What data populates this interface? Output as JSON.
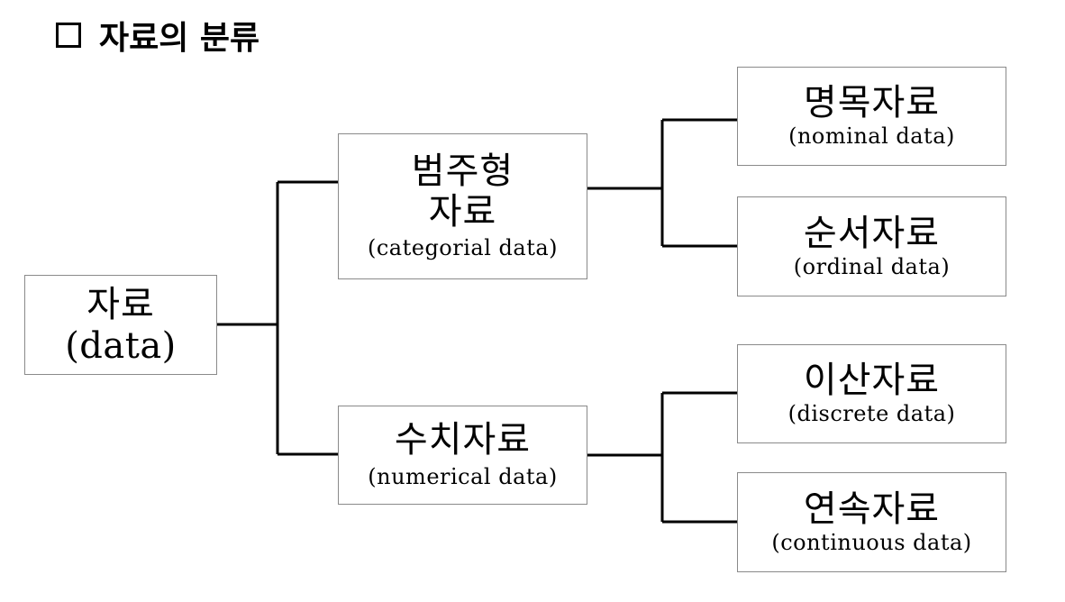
{
  "title": {
    "icon": "square-outline-icon",
    "text": "자료의 분류"
  },
  "tree": {
    "root": {
      "ko": "자료",
      "en": "(data)"
    },
    "categorical": {
      "ko_line1": "범주형",
      "ko_line2": "자료",
      "en": "(categorial data)"
    },
    "numerical": {
      "ko": "수치자료",
      "en": "(numerical data)"
    },
    "nominal": {
      "ko": "명목자료",
      "en": "(nominal data)"
    },
    "ordinal": {
      "ko": "순서자료",
      "en": "(ordinal data)"
    },
    "discrete": {
      "ko": "이산자료",
      "en": "(discrete data)"
    },
    "continuous": {
      "ko": "연속자료",
      "en": "(continuous data)"
    }
  },
  "colors": {
    "line": "#000000",
    "box_border": "#8a8a8a",
    "background": "#ffffff"
  }
}
